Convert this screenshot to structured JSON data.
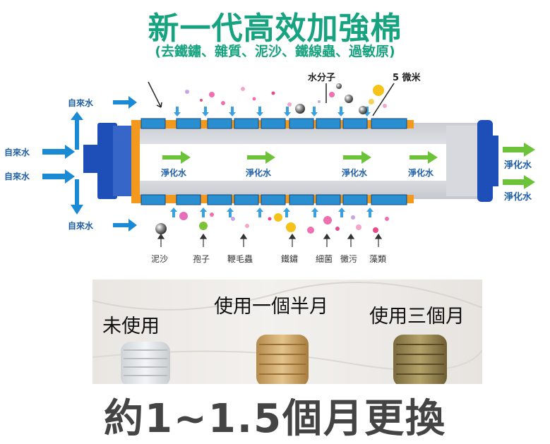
{
  "header": {
    "title": "新一代高效加強棉",
    "subtitle": "(去鐵鏽、雜質、泥沙、鐵線蟲、過敏原)"
  },
  "diagram": {
    "inlet_labels": [
      "自來水",
      "自來水",
      "自來水",
      "自來水"
    ],
    "callouts": {
      "water_molecule": "水分子",
      "micron": "5 微米"
    },
    "purified_inner": [
      "淨化水",
      "淨化水",
      "淨化水",
      "淨化水"
    ],
    "outlet_labels": [
      "淨化水",
      "淨化水"
    ],
    "contaminants": [
      "泥沙",
      "孢子",
      "鞭毛蟲",
      "鐵鏽",
      "細菌",
      "黴污",
      "藻類"
    ],
    "colors": {
      "blue_arrow": "#1a8ad4",
      "green_arrow": "#6cc33a",
      "label_blue": "#1f5fa8",
      "cap_blue": "#1e4fb8",
      "orange": "#f39a1e",
      "block_blue": "#2a8fd1"
    }
  },
  "photo": {
    "labels": [
      "未使用",
      "使用一個半月",
      "使用三個月"
    ]
  },
  "footer": {
    "text": "約1~1.5個月更換"
  }
}
